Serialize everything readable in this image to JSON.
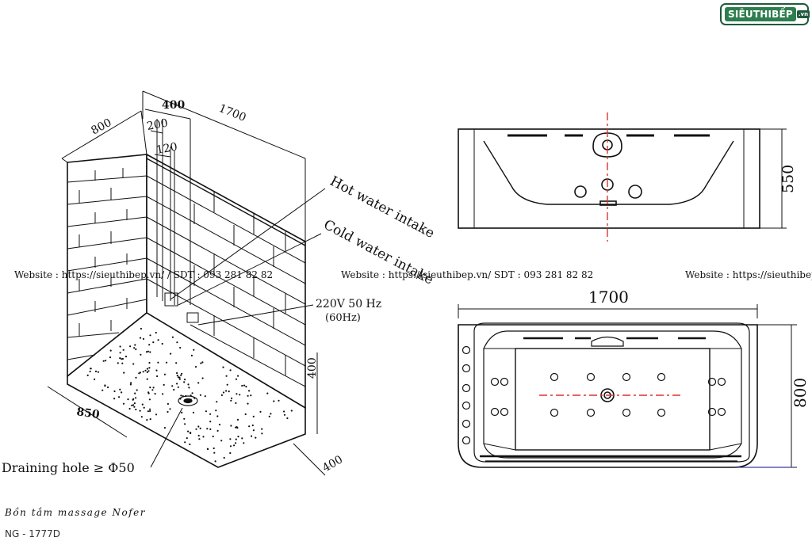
{
  "logo": {
    "text": "SIÊUTHIBẾP",
    "suffix": ".vn"
  },
  "watermarks": [
    "Website : https://sieuthibep.vn/  /  SDT : 093 281 82 82",
    "Website : https://sieuthibep.vn/ SDT : 093 281 82 82",
    "Website : https://sieuthibep"
  ],
  "dimensions": {
    "iso_width": "800",
    "iso_offset_400": "400",
    "iso_length": "1700",
    "iso_200": "200",
    "iso_120": "120",
    "iso_front": "850",
    "iso_height_right": "400",
    "iso_bottom_right": "400",
    "top_height": "550",
    "plan_length": "1700",
    "plan_width": "800"
  },
  "labels": {
    "hot_water": "Hot water intake",
    "cold_water": "Cold water intake",
    "power": "220V 50 Hz",
    "power_alt": "(60Hz)",
    "drain": "Draining hole ≥ Φ50"
  },
  "product": {
    "name": "Bồn tắm massage Nofer",
    "model": "NG - 1777D"
  }
}
